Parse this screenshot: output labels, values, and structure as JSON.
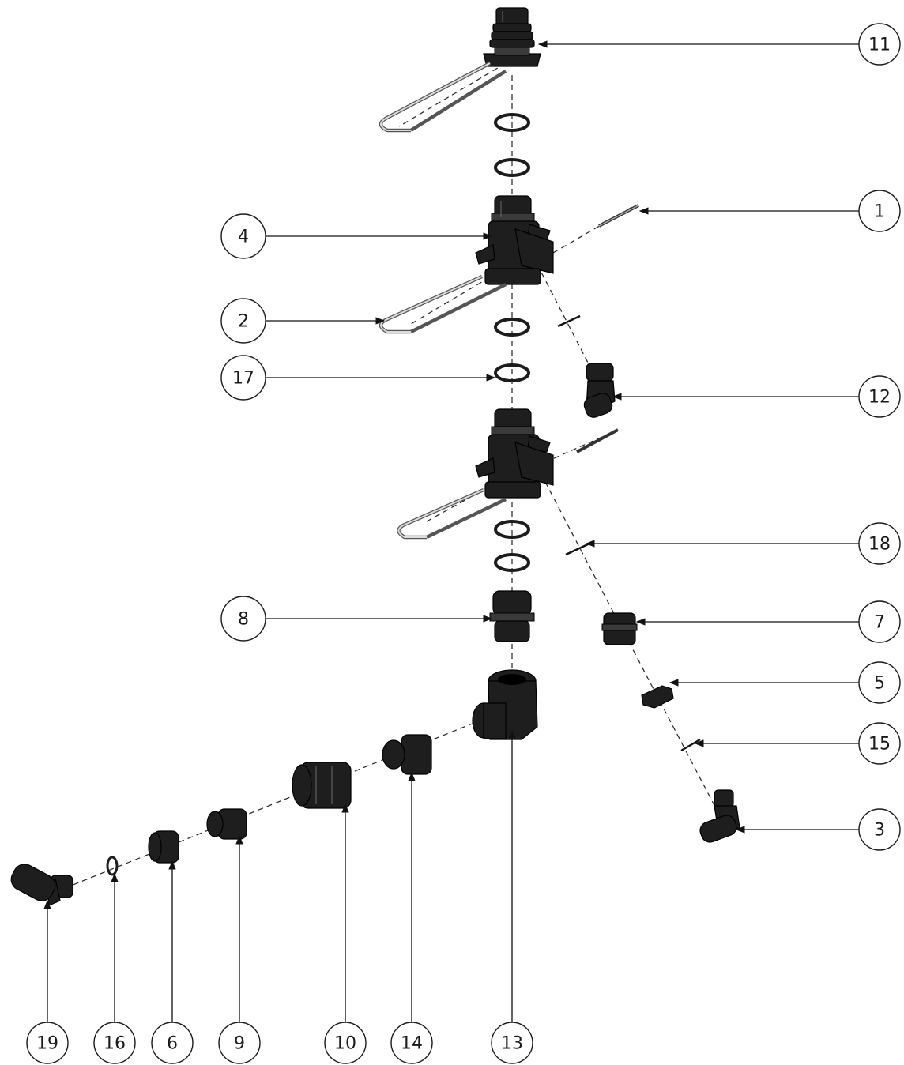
{
  "diagram": {
    "balloons": {
      "b1": "1",
      "b2": "2",
      "b3": "3",
      "b4": "4",
      "b5": "5",
      "b6": "6",
      "b7": "7",
      "b8": "8",
      "b9": "9",
      "b10": "10",
      "b11": "11",
      "b12": "12",
      "b13": "13",
      "b14": "14",
      "b15": "15",
      "b16": "16",
      "b17": "17",
      "b18": "18",
      "b19": "19"
    }
  }
}
